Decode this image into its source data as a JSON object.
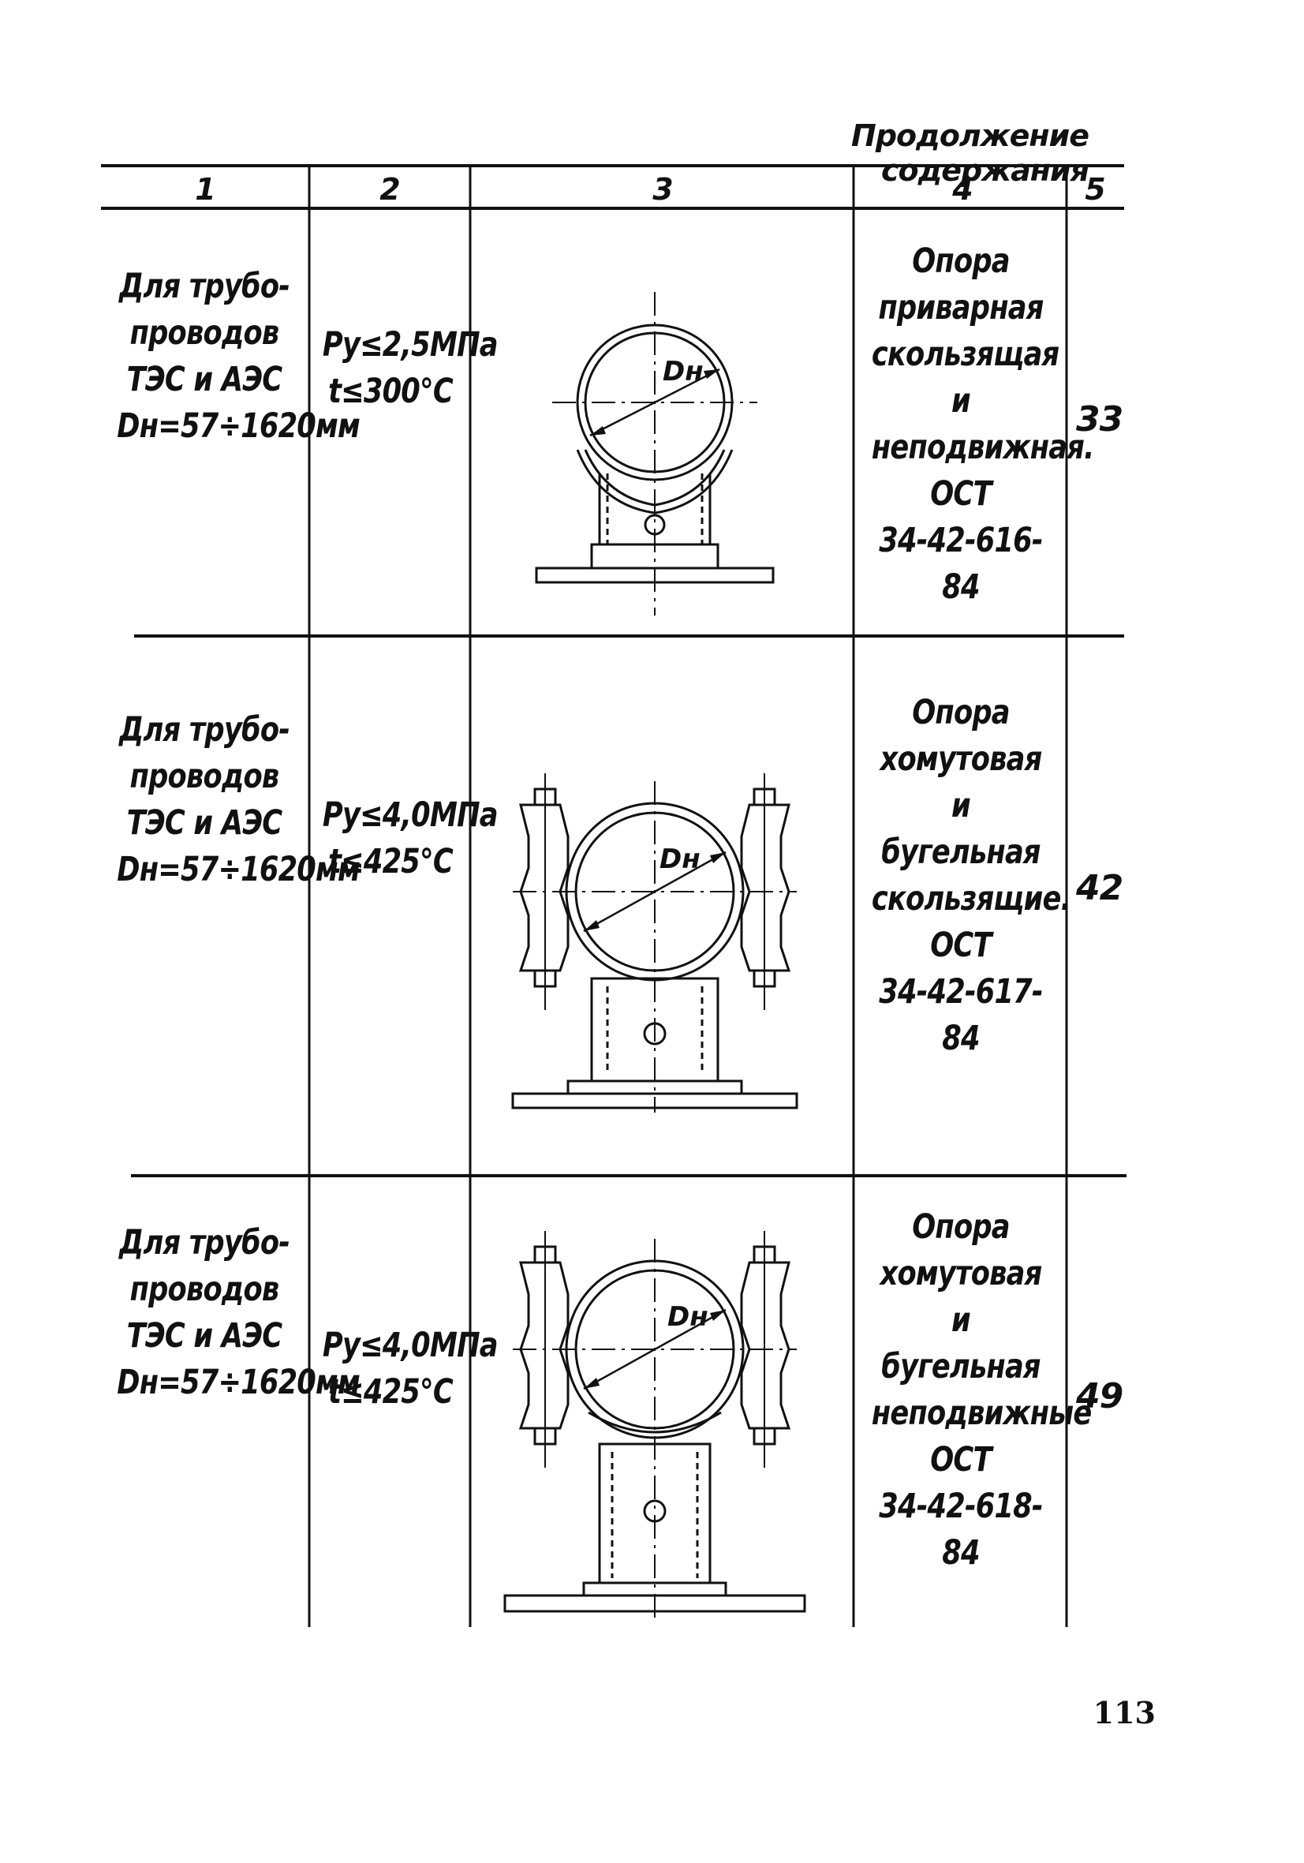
{
  "caption": "Продолжение содержания",
  "headers": [
    "1",
    "2",
    "3",
    "4",
    "5"
  ],
  "rows": [
    {
      "col1": [
        "Для трубо-",
        "проводов",
        "ТЭС и АЭС",
        "Dн=57÷1620мм"
      ],
      "col2": [
        "Py≤2,5МПа",
        "t≤300°С"
      ],
      "col4": [
        "Опора",
        "приварная",
        "скользящая и",
        "неподвижная.",
        "ОСТ",
        "34-42-616-84"
      ],
      "col5": "33",
      "drawing_label": "Dн"
    },
    {
      "col1": [
        "Для трубо-",
        "проводов",
        "ТЭС и АЭС",
        "Dн=57÷1620мм"
      ],
      "col2": [
        "Py≤4,0МПа",
        "t≤425°С"
      ],
      "col4": [
        "Опора",
        "хомутовая",
        "и бугельная",
        "скользящие.",
        "ОСТ",
        "34-42-617-84"
      ],
      "col5": "42",
      "drawing_label": "Dн"
    },
    {
      "col1": [
        "Для трубо-",
        "проводов",
        "ТЭС и АЭС",
        "Dн=57÷1620мм"
      ],
      "col2": [
        "Py≤4,0МПа",
        "t≤425°С"
      ],
      "col4": [
        "Опора",
        "хомутовая",
        "и бугельная",
        "неподвижные",
        "ОСТ",
        "34-42-618-84"
      ],
      "col5": "49",
      "drawing_label": "Dн"
    }
  ],
  "page_number": "113"
}
